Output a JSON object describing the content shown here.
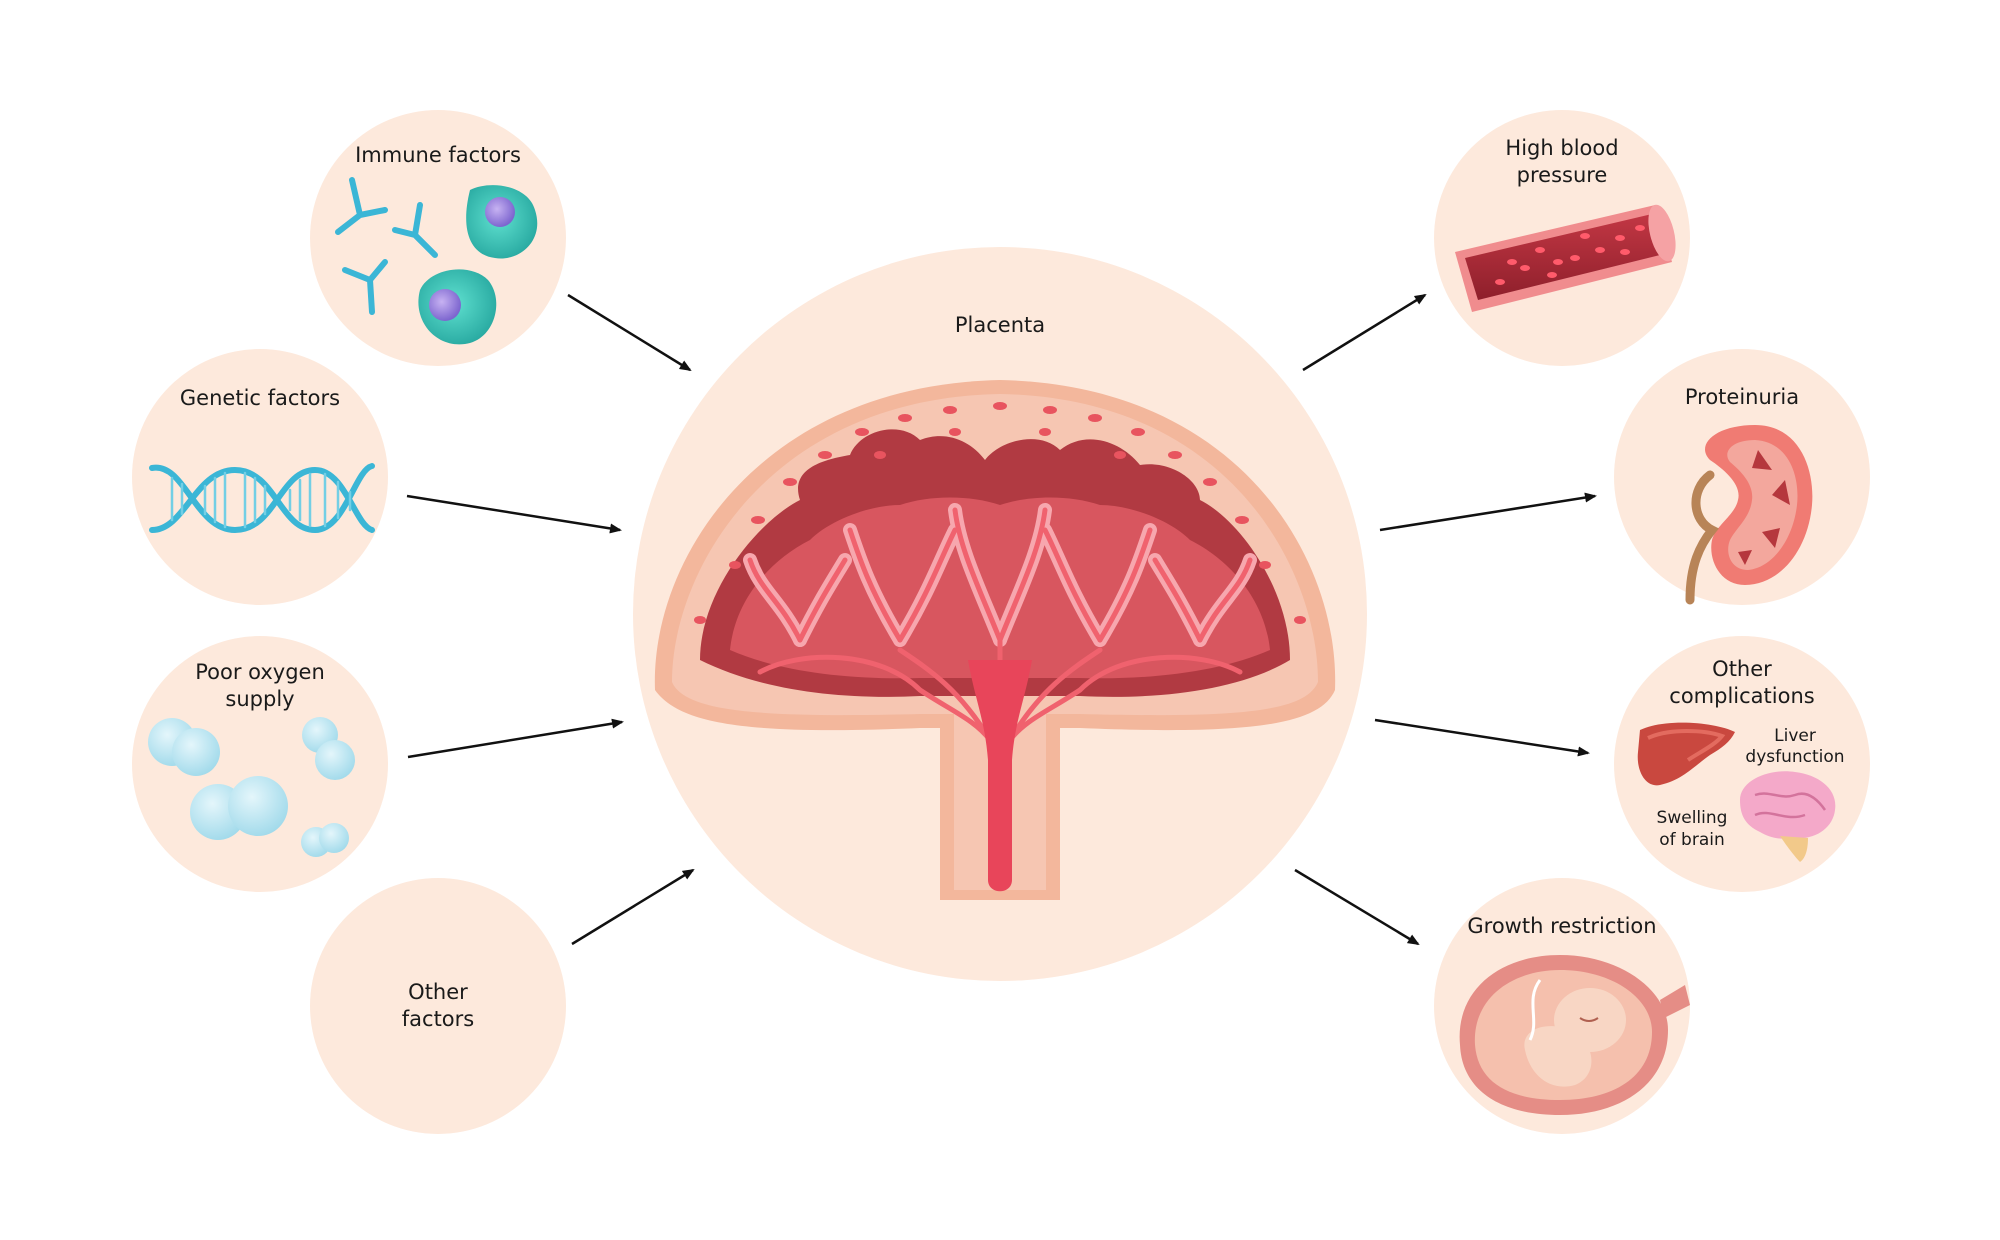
{
  "center": {
    "title": "Placenta"
  },
  "causes": {
    "immune": "Immune factors",
    "genetic": "Genetic factors",
    "oxygen_line1": "Poor oxygen",
    "oxygen_line2": "supply",
    "other_line1": "Other",
    "other_line2": "factors"
  },
  "effects": {
    "bp_line1": "High blood",
    "bp_line2": "pressure",
    "proteinuria": "Proteinuria",
    "complications_line1": "Other",
    "complications_line2": "complications",
    "liver_line1": "Liver",
    "liver_line2": "dysfunction",
    "brain_line1": "Swelling",
    "brain_line2": "of brain",
    "growth": "Growth restriction"
  },
  "colors": {
    "circle_fill": "#fde9dc",
    "placenta_outer": "#f3b79c",
    "placenta_dark": "#b13a42",
    "placenta_mid": "#d8565f",
    "vessel": "#f0626e",
    "vessel_light": "#f7a7ae",
    "dna": "#3bb6d6",
    "cell": "#39c5b8",
    "arrow": "#111111"
  }
}
